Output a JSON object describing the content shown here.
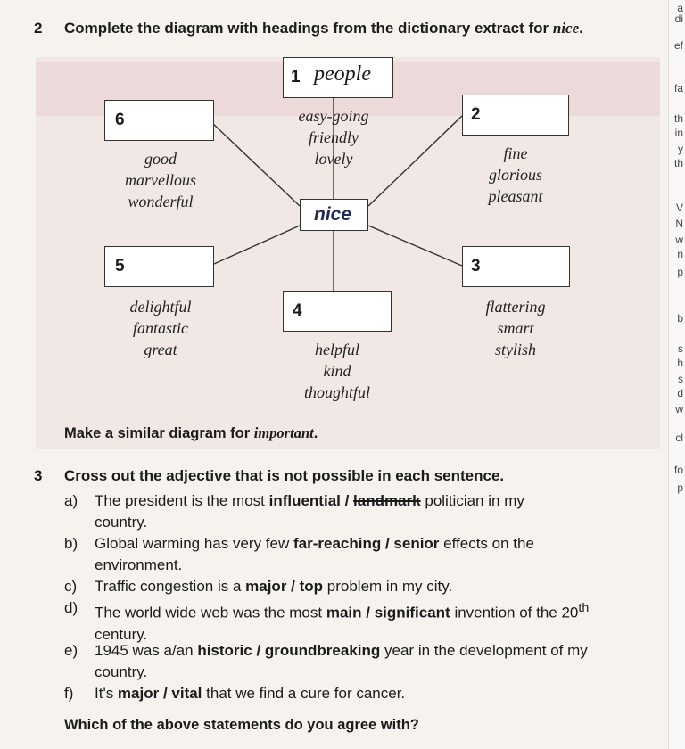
{
  "exercise2": {
    "number": "2",
    "title_prefix": "Complete the diagram with headings from the dictionary extract for ",
    "title_word": "nice",
    "title_suffix": ".",
    "center": "nice",
    "boxes": [
      {
        "num": "1",
        "word": "people"
      },
      {
        "num": "2",
        "word": ""
      },
      {
        "num": "3",
        "word": ""
      },
      {
        "num": "4",
        "word": ""
      },
      {
        "num": "5",
        "word": ""
      },
      {
        "num": "6",
        "word": ""
      }
    ],
    "words": {
      "people": [
        "easy-going",
        "friendly",
        "lovely"
      ],
      "box2": [
        "fine",
        "glorious",
        "pleasant"
      ],
      "box3": [
        "flattering",
        "smart",
        "stylish"
      ],
      "box4": [
        "helpful",
        "kind",
        "thoughtful"
      ],
      "box5": [
        "delightful",
        "fantastic",
        "great"
      ],
      "box6": [
        "good",
        "marvellous",
        "wonderful"
      ]
    },
    "followup_prefix": "Make a similar diagram for ",
    "followup_word": "important",
    "followup_suffix": "."
  },
  "exercise3": {
    "number": "3",
    "title": "Cross out the adjective that is not possible in each sentence.",
    "items": [
      {
        "letter": "a)",
        "before": "The president is the most ",
        "opt1": "influential",
        "sep": " / ",
        "opt2": "landmark",
        "after": " politician in my country.",
        "struck": "opt2"
      },
      {
        "letter": "b)",
        "before": "Global warming has very few ",
        "opt1": "far-reaching",
        "sep": " / ",
        "opt2": "senior",
        "after": " effects on the environment.",
        "struck": ""
      },
      {
        "letter": "c)",
        "before": "Traffic congestion is a ",
        "opt1": "major",
        "sep": " / ",
        "opt2": "top",
        "after": " problem in my city.",
        "struck": ""
      },
      {
        "letter": "d)",
        "before": "The world wide web was the most ",
        "opt1": "main",
        "sep": " / ",
        "opt2": "significant",
        "after": " invention of the 20",
        "sup": "th",
        "after2": " century.",
        "struck": ""
      },
      {
        "letter": "e)",
        "before": "1945 was a/an ",
        "opt1": "historic",
        "sep": " / ",
        "opt2": "groundbreaking",
        "after": " year in the development of my country.",
        "struck": ""
      },
      {
        "letter": "f)",
        "before": "It's ",
        "opt1": "major",
        "sep": " / ",
        "opt2": "vital",
        "after": " that we find a cure for cancer.",
        "struck": ""
      }
    ],
    "question": "Which of the above statements do you agree with?"
  },
  "margin_fragments": [
    "a",
    "di",
    "ef",
    "fa",
    "th",
    "in",
    "y",
    "th",
    "V",
    "N",
    "w",
    "n",
    "p",
    "b",
    "s",
    "h",
    "s",
    "d",
    "w",
    "cl",
    "fo",
    "p"
  ]
}
